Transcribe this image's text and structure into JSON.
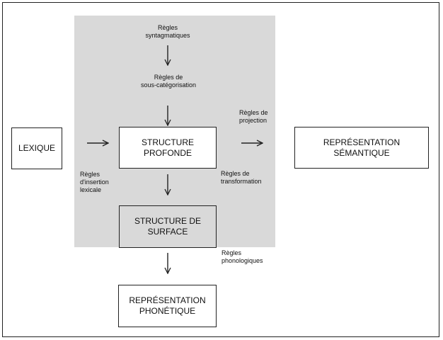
{
  "boxes": {
    "lexique": "LEXIQUE",
    "structure_profonde": "STRUCTURE\nPROFONDE",
    "structure_surface": "STRUCTURE DE\nSURFACE",
    "representation_semantique": "REPRÉSENTATION\nSÉMANTIQUE",
    "representation_phonetique": "REPRÉSENTATION\nPHONÉTIQUE"
  },
  "labels": {
    "regles_syntagmatiques": "Règles\nsyntagmatiques",
    "regles_sous_categorisation": "Règles de\nsous-catégorisation",
    "regles_projection": "Règles de\nprojection",
    "regles_insertion_lexicale": "Règles\nd'insertion\nlexicale",
    "regles_transformation": "Règles de\ntransformation",
    "regles_phonologiques": "Règles\nphonologiques"
  },
  "colors": {
    "gray_zone": "#d9d9d9",
    "lines": "#222222"
  }
}
